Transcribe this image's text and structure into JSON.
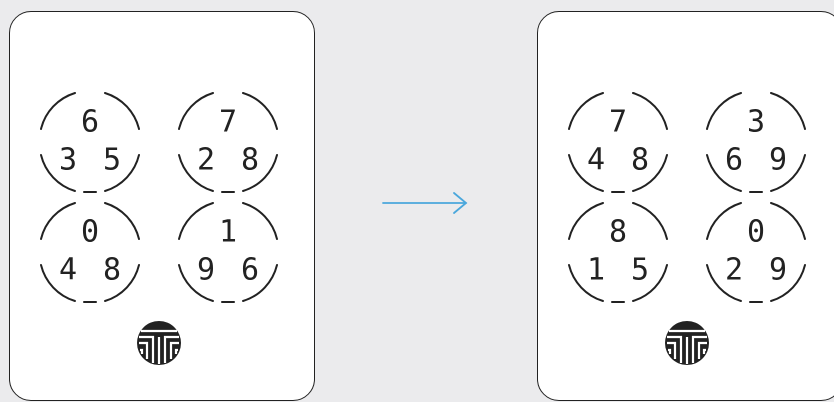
{
  "keypad_before": {
    "buttons": [
      {
        "digits": [
          "6",
          "3",
          "5"
        ]
      },
      {
        "digits": [
          "7",
          "2",
          "8"
        ]
      },
      {
        "digits": [
          "0",
          "4",
          "8"
        ]
      },
      {
        "digits": [
          "1",
          "9",
          "6"
        ]
      }
    ],
    "sensor_icon": "fingerprint-sensor-icon"
  },
  "keypad_after": {
    "buttons": [
      {
        "digits": [
          "7",
          "4",
          "8"
        ]
      },
      {
        "digits": [
          "3",
          "6",
          "9"
        ]
      },
      {
        "digits": [
          "8",
          "1",
          "5"
        ]
      },
      {
        "digits": [
          "0",
          "2",
          "9"
        ]
      }
    ],
    "sensor_icon": "fingerprint-sensor-icon"
  },
  "arrow": {
    "icon": "right-arrow-icon",
    "color": "#4aa7dc"
  },
  "colors": {
    "background": "#ebebed",
    "panel": "#ffffff",
    "ink": "#222222"
  }
}
